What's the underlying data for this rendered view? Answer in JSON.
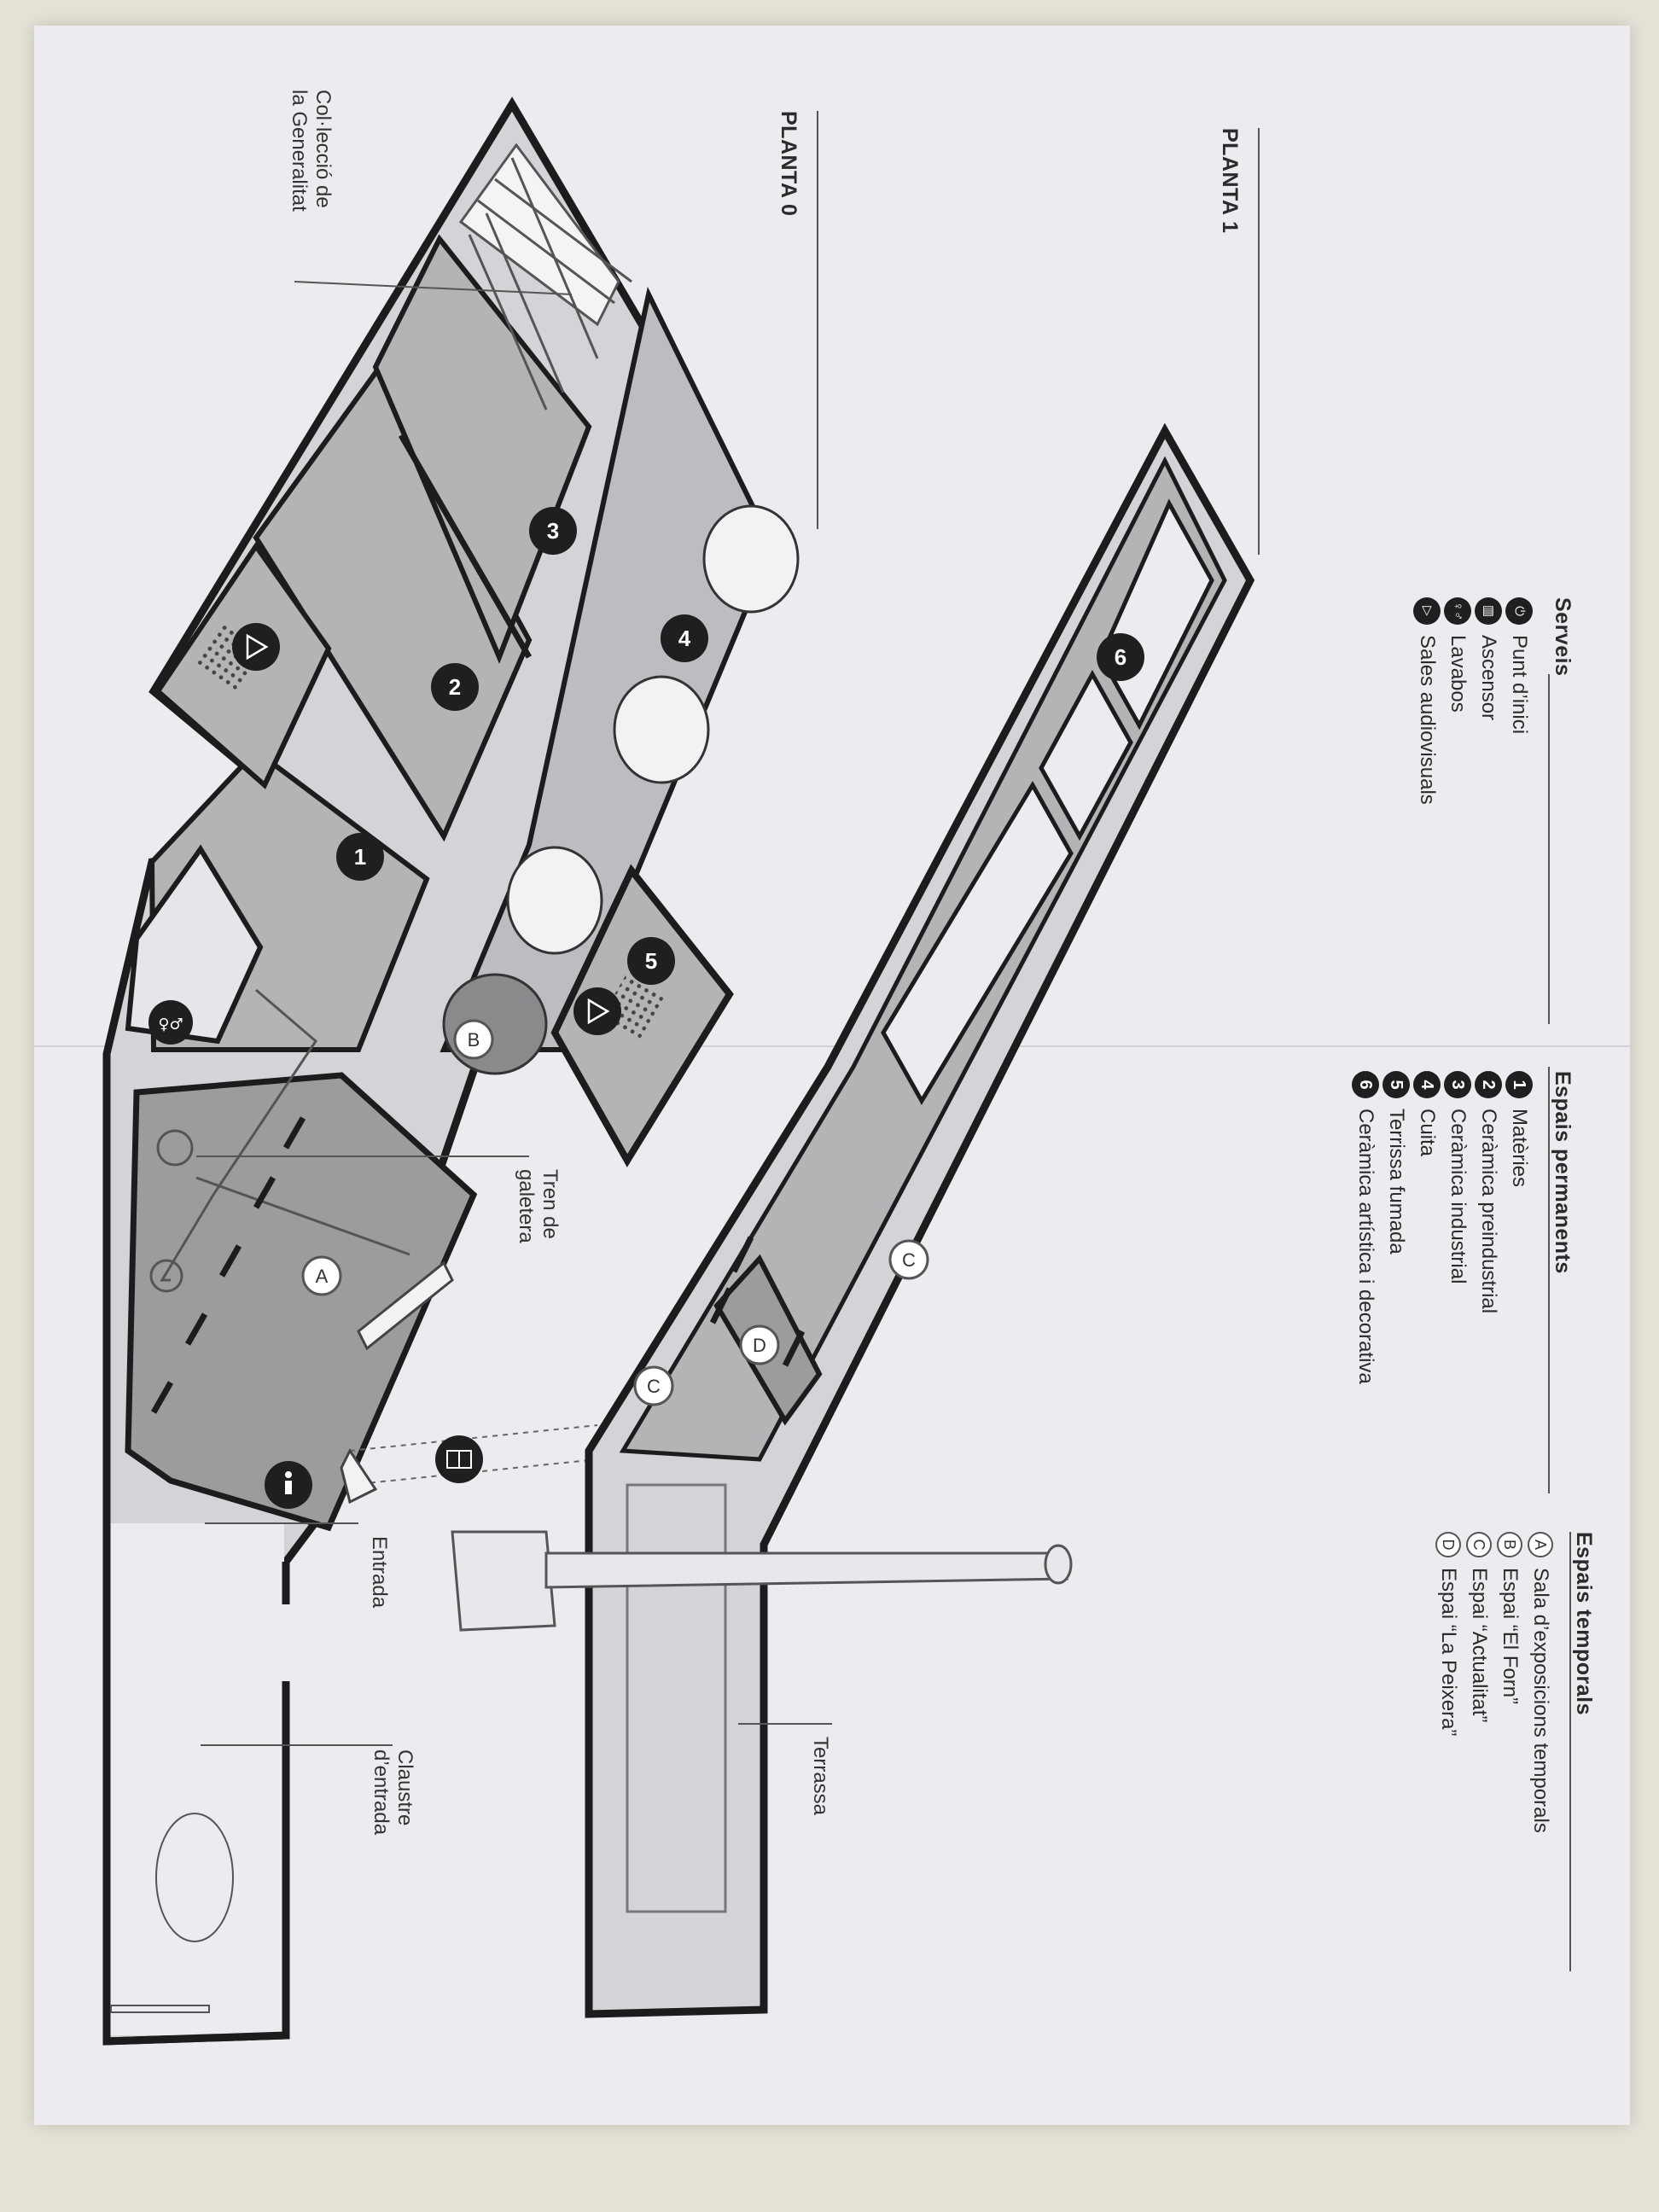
{
  "levels": {
    "floor1": "PLANTA 1",
    "floor0": "PLANTA 0"
  },
  "services": {
    "title": "Serveis",
    "items": [
      {
        "icon": "start-point-icon",
        "label": "Punt d’inici"
      },
      {
        "icon": "elevator-icon",
        "label": "Ascensor"
      },
      {
        "icon": "restroom-icon",
        "label": "Lavabos"
      },
      {
        "icon": "audiovisual-icon",
        "label": "Sales audiovisuals"
      }
    ]
  },
  "permanent": {
    "title": "Espais permanents",
    "items": [
      {
        "num": "1",
        "label": "Matèries"
      },
      {
        "num": "2",
        "label": "Ceràmica preindustrial"
      },
      {
        "num": "3",
        "label": "Ceràmica industrial"
      },
      {
        "num": "4",
        "label": "Cuita"
      },
      {
        "num": "5",
        "label": "Terrissa fumada"
      },
      {
        "num": "6",
        "label": "Ceràmica artística i decorativa"
      }
    ]
  },
  "temporary": {
    "title": "Espais temporals",
    "items": [
      {
        "letter": "A",
        "label": "Sala d’exposicions temporals"
      },
      {
        "letter": "B",
        "label": "Espai “El Forn”"
      },
      {
        "letter": "C",
        "label": "Espai “Actualitat”"
      },
      {
        "letter": "D",
        "label": "Espai “La Peixera”"
      }
    ]
  },
  "annotations": {
    "collection_line1": "Col·lecció de",
    "collection_line2": "la Generalitat",
    "train_line1": "Tren de",
    "train_line2": "galetera",
    "entrance": "Entrada",
    "terrace": "Terrassa",
    "cloister_line1": "Claustre",
    "cloister_line2": "d’entrada"
  },
  "map_markers": {
    "rooms": [
      "1",
      "2",
      "3",
      "4",
      "5",
      "6"
    ],
    "spaces": [
      "A",
      "B",
      "C",
      "C",
      "D"
    ]
  },
  "colors": {
    "wall": "#1c1c1c",
    "room": "#b4b4b6",
    "room_dark": "#9c9c9e",
    "paper": "#ecebf0"
  }
}
